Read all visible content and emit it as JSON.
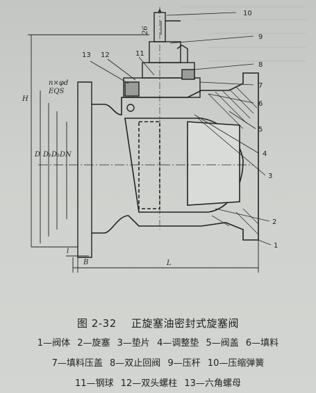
{
  "figure": {
    "number": "图 2-32",
    "title": "正旋塞油密封式旋塞阀"
  },
  "legend": [
    [
      "1—阀体",
      "2—旋塞",
      "3—垫片",
      "4—调整垫",
      "5—阀盖",
      "6—填料"
    ],
    [
      "7—填料压盖",
      "8—双止回阀",
      "9—压杆",
      "10—压缩弹簧"
    ],
    [
      "11—钢球",
      "12—双头螺柱",
      "13—六角螺母"
    ]
  ],
  "callouts": [
    "1",
    "2",
    "3",
    "4",
    "5",
    "6",
    "7",
    "8",
    "9",
    "10",
    "11",
    "12",
    "13"
  ],
  "dimension_labels": {
    "H": "H",
    "D": "D",
    "D1": "D₁",
    "D2": "D₂",
    "DN": "DN",
    "n_phi_d": "n×φd",
    "EQS": "EQS",
    "L": "L",
    "l": "l",
    "B": "B",
    "h26": "26"
  }
}
